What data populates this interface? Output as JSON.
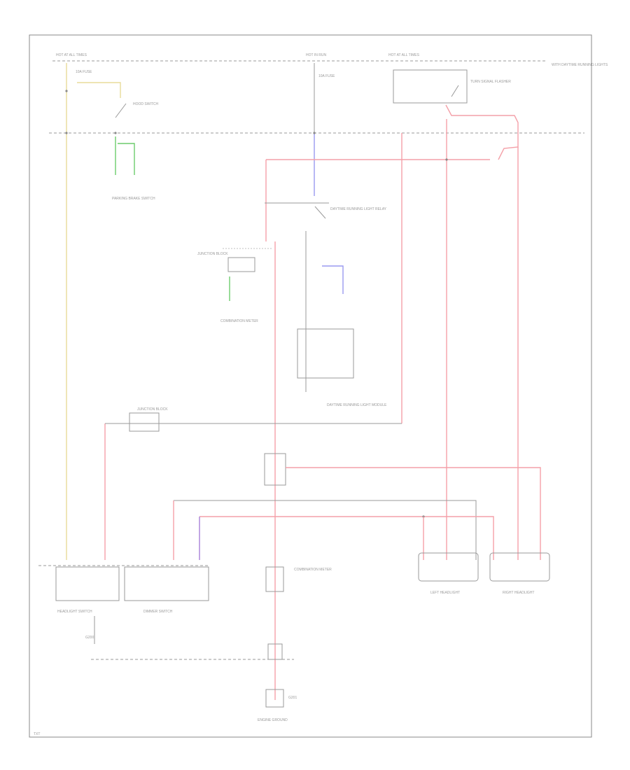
{
  "labels": {
    "hot_left": "HOT AT ALL TIMES",
    "hot_mid": "HOT IN RUN",
    "hot_right": "HOT AT ALL TIMES",
    "fuse_left": "10A FUSE",
    "fuse_mid": "10A FUSE",
    "fuse_right": "TURN SIGNAL FLASHER",
    "note_right": "WITH DAYTIME RUNNING LIGHTS",
    "hood_switch": "HOOD SWITCH",
    "corner_note": "TXT",
    "ground_left": "G200",
    "ground_mid": "G201",
    "left_headlight": "LEFT HEADLIGHT",
    "right_headlight": "RIGHT HEADLIGHT",
    "headlight_switch": "HEADLIGHT SWITCH",
    "dimmer_switch": "DIMMER SWITCH",
    "daytime_relay": "DAYTIME RUNNING LIGHT RELAY",
    "daytime_module": "DAYTIME RUNNING LIGHT MODULE",
    "parking_brake": "PARKING BRAKE SWITCH",
    "combination_meter": "COMBINATION METER",
    "junction": "JUNCTION BLOCK",
    "bottom_ground": "ENGINE GROUND"
  },
  "wire_colors": {
    "red": "#f4a0a8",
    "yellow": "#e8dc9a",
    "green": "#6ccc6c",
    "blue": "#9a9af0",
    "purple": "#a880d8",
    "black": "#9a9a9a"
  }
}
